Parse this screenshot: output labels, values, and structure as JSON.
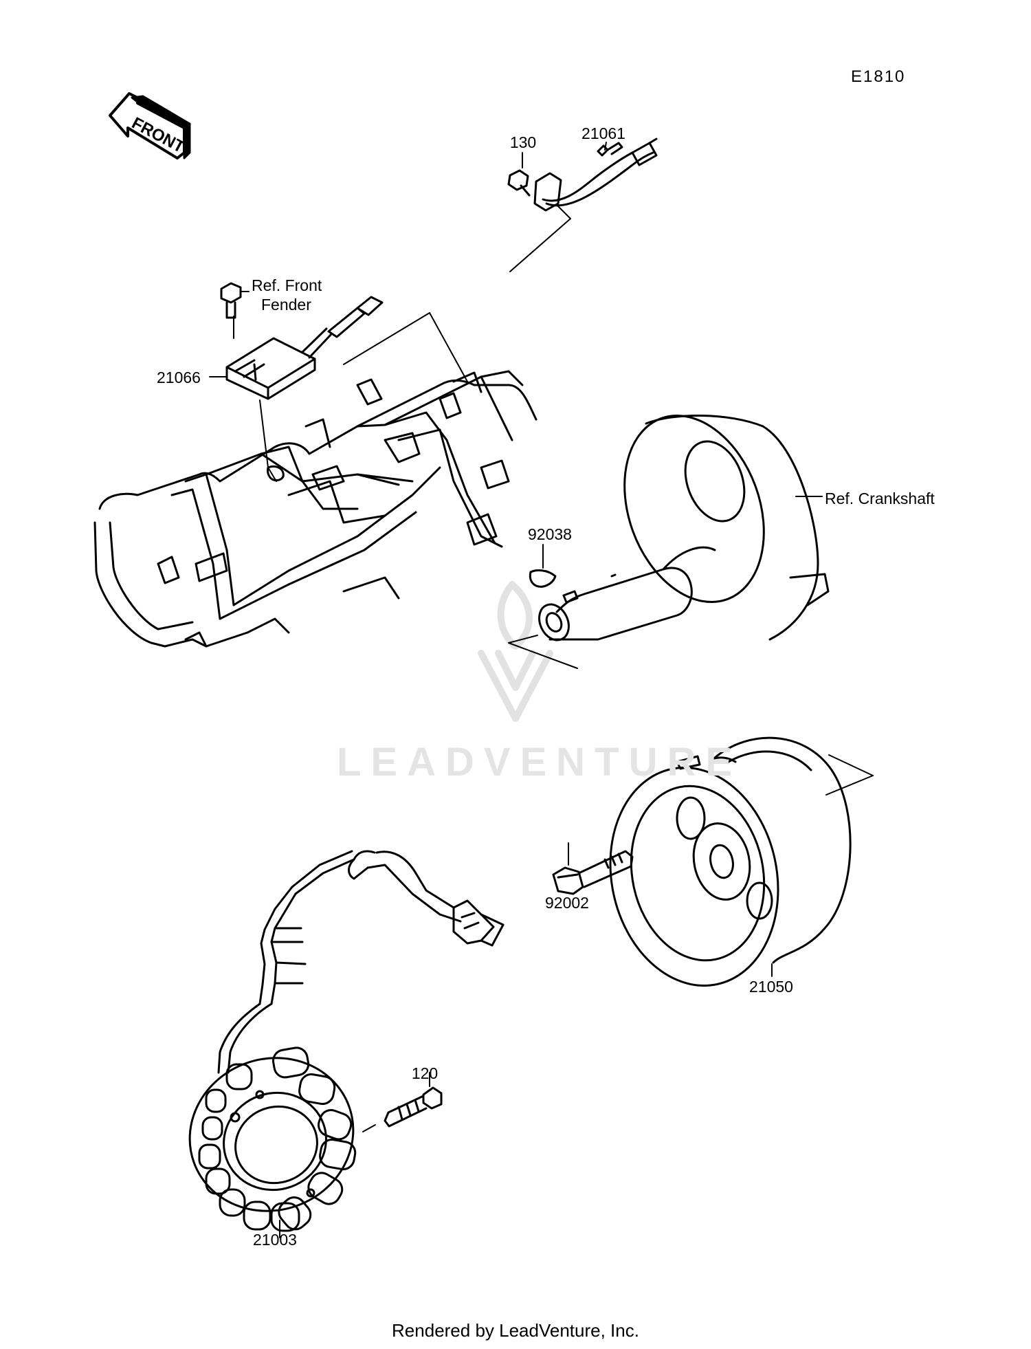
{
  "diagram_code": "E1810",
  "front_label": "FRONT",
  "watermark": "LEADVENTURE",
  "footer": "Rendered by LeadVenture, Inc.",
  "callouts": {
    "p130": "130",
    "p21061": "21061",
    "ref_front_fender_1": "Ref. Front",
    "ref_front_fender_2": "Fender",
    "p21066": "21066",
    "ref_crankshaft": "Ref. Crankshaft",
    "p92038": "92038",
    "p92002": "92002",
    "p21050": "21050",
    "p120": "120",
    "p21003": "21003"
  }
}
